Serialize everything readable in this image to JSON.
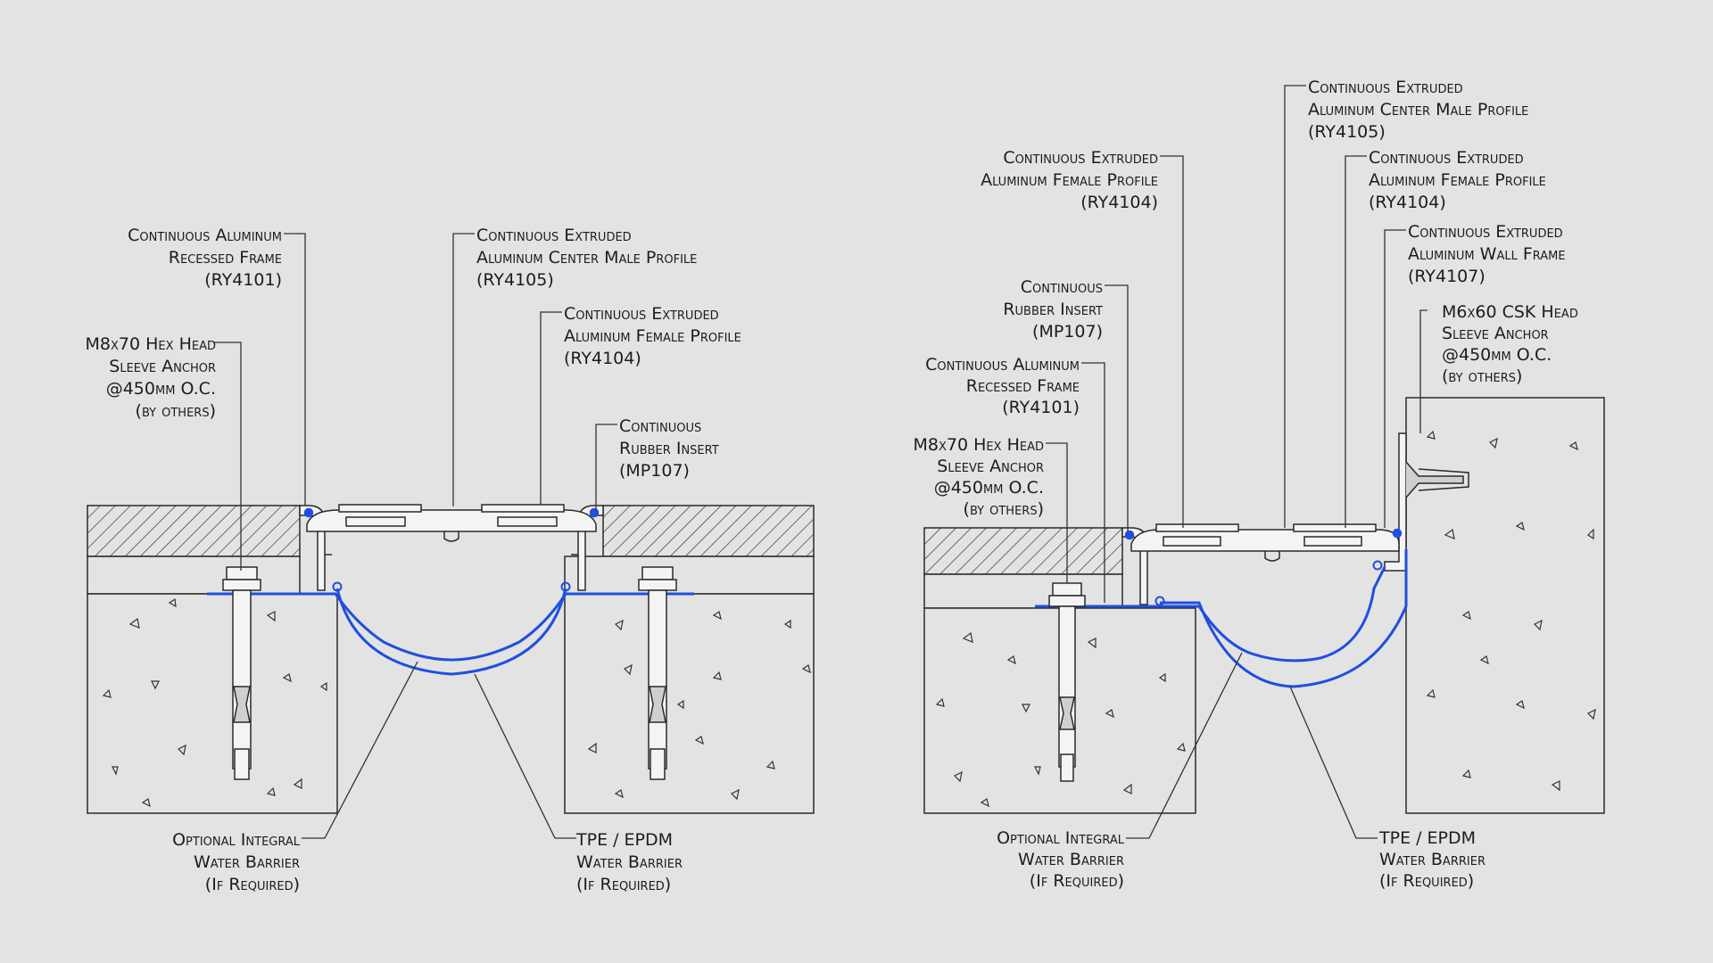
{
  "colors": {
    "background": "#e3e3e3",
    "line": "#2a2a2a",
    "barrier": "#1f4fe0",
    "leader": "#333333"
  },
  "left_detail": {
    "recessed_frame": [
      "Continuous Aluminum",
      "Recessed Frame",
      "(RY4101)"
    ],
    "center_male": [
      "Continuous Extruded",
      "Aluminum Center Male Profile",
      "(RY4105)"
    ],
    "female_profile": [
      "Continuous Extruded",
      "Aluminum Female Profile",
      "(RY4104)"
    ],
    "hex_anchor": [
      "M8x70 Hex Head",
      "Sleeve Anchor",
      "@450mm O.C.",
      "(by others)"
    ],
    "rubber_insert": [
      "Continuous",
      "Rubber Insert",
      "(MP107)"
    ],
    "optional_barrier": [
      "Optional Integral",
      "Water Barrier",
      "(If Required)"
    ],
    "tpe_barrier": [
      "TPE / EPDM",
      "Water Barrier",
      "(If Required)"
    ]
  },
  "right_detail": {
    "center_male": [
      "Continuous Extruded",
      "Aluminum Center Male Profile",
      "(RY4105)"
    ],
    "female_profile_left": [
      "Continuous Extruded",
      "Aluminum Female Profile",
      "(RY4104)"
    ],
    "female_profile_right": [
      "Continuous Extruded",
      "Aluminum Female Profile",
      "(RY4104)"
    ],
    "wall_frame": [
      "Continuous Extruded",
      "Aluminum Wall Frame",
      "(RY4107)"
    ],
    "rubber_insert": [
      "Continuous",
      "Rubber Insert",
      "(MP107)"
    ],
    "csk_anchor": [
      "M6x60 CSK Head",
      "Sleeve Anchor",
      "@450mm O.C.",
      "(by others)"
    ],
    "recessed_frame": [
      "Continuous Aluminum",
      "Recessed Frame",
      "(RY4101)"
    ],
    "hex_anchor": [
      "M8x70 Hex Head",
      "Sleeve Anchor",
      "@450mm O.C.",
      "(by others)"
    ],
    "optional_barrier": [
      "Optional Integral",
      "Water Barrier",
      "(If Required)"
    ],
    "tpe_barrier": [
      "TPE / EPDM",
      "Water Barrier",
      "(If Required)"
    ]
  }
}
